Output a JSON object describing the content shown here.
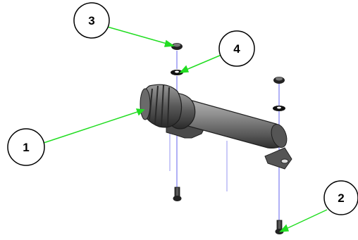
{
  "balloons": {
    "b1": "1",
    "b2": "2",
    "b3": "3",
    "b4": "4"
  },
  "colors": {
    "leader": "#22dd22",
    "axis": "#7d7df0",
    "part_dark": "#3a3a3a",
    "part_mid": "#6e6e6e",
    "part_light": "#a8a8a8"
  }
}
